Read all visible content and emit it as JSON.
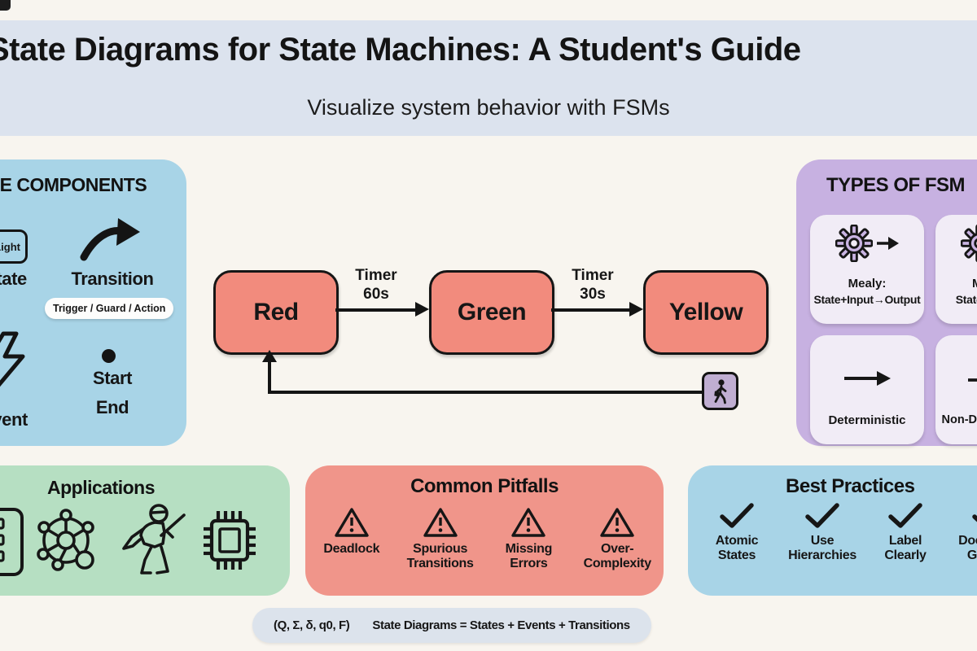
{
  "page": {
    "title": "State Diagrams for State Machines: A Student's Guide",
    "subtitle": "Visualize system behavior with FSMs"
  },
  "components": {
    "title": "CORE COMPONENTS",
    "state": {
      "example": "Red Light",
      "label": "State"
    },
    "transition": {
      "label": "Transition",
      "detail": "Trigger / Guard / Action"
    },
    "event": {
      "label": "Event"
    },
    "start_end": {
      "line1": "Start",
      "line2": "End"
    }
  },
  "fsm": {
    "states": [
      "Red",
      "Green",
      "Yellow"
    ],
    "transitions": [
      {
        "line1": "Timer",
        "line2": "60s"
      },
      {
        "line1": "Timer",
        "line2": "30s"
      }
    ],
    "feedback_icon": "pedestrian-icon"
  },
  "types": {
    "title": "TYPES OF FSM",
    "cards": [
      {
        "line1": "Mealy:",
        "line2": "State+Input→Output",
        "icon": "gear-arrow-icon"
      },
      {
        "line1": "Moore:",
        "line2": "State→Output",
        "icon": "gear-arrow-icon"
      },
      {
        "line1": "Deterministic",
        "line2": "",
        "icon": "straight-arrow-icon"
      },
      {
        "line1": "Non-Deterministic",
        "line2": "",
        "icon": "fork-arrow-icon"
      }
    ]
  },
  "applications": {
    "title": "Applications",
    "icons": [
      "controller-icon",
      "network-icon",
      "game-character-icon",
      "chip-icon"
    ]
  },
  "pitfalls": {
    "title": "Common Pitfalls",
    "items": [
      {
        "line1": "Deadlock",
        "line2": ""
      },
      {
        "line1": "Spurious",
        "line2": "Transitions"
      },
      {
        "line1": "Missing",
        "line2": "Errors"
      },
      {
        "line1": "Over-",
        "line2": "Complexity"
      }
    ]
  },
  "practices": {
    "title": "Best Practices",
    "items": [
      {
        "line1": "Atomic",
        "line2": "States"
      },
      {
        "line1": "Use",
        "line2": "Hierarchies"
      },
      {
        "line1": "Label",
        "line2": "Clearly"
      },
      {
        "line1": "Document",
        "line2": "Guards"
      }
    ]
  },
  "footer": {
    "tuple": "(Q, Σ, δ, q0, F)",
    "formula": "State Diagrams = States + Events + Transitions"
  },
  "colors": {
    "background": "#f8f5ef",
    "banner": "#dce3ee",
    "blue_panel": "#a8d4e7",
    "purple_panel": "#c7b1e1",
    "purple_card": "#f1ecf6",
    "green_panel": "#b6dfc2",
    "red_panel": "#f0958a",
    "state_box": "#f28b7d",
    "pedestrian_box": "#c0aed2",
    "footer_pill": "#dce3ec",
    "ink": "#161616"
  }
}
